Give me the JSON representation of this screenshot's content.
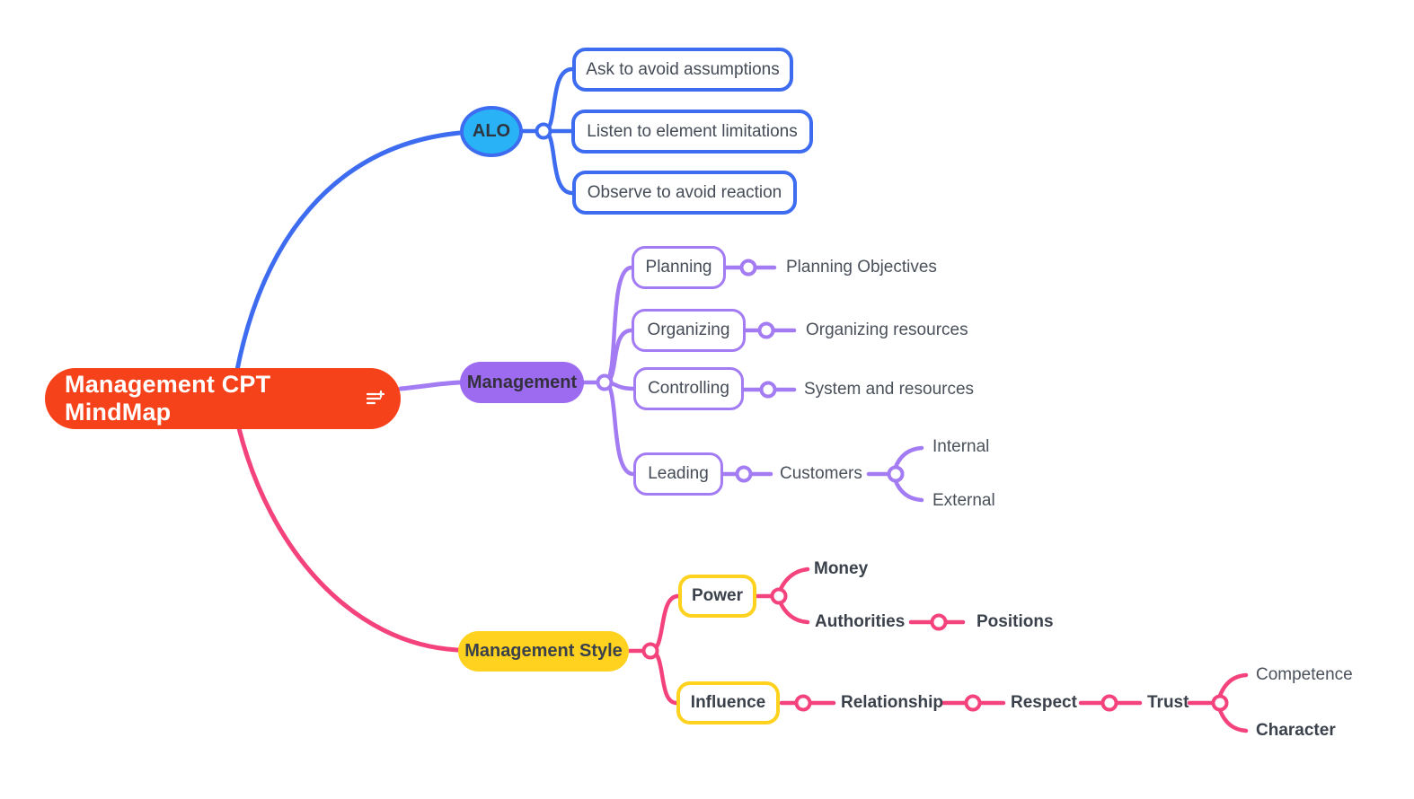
{
  "root": {
    "label": "Management CPT MindMap",
    "icon": "outline-plus-icon"
  },
  "branches": [
    {
      "label": "ALO",
      "children": [
        {
          "label": "Ask to avoid assumptions"
        },
        {
          "label": "Listen to element limitations"
        },
        {
          "label": "Observe to avoid reaction"
        }
      ]
    },
    {
      "label": "Management",
      "children": [
        {
          "label": "Planning",
          "children": [
            {
              "label": "Planning Objectives"
            }
          ]
        },
        {
          "label": "Organizing",
          "children": [
            {
              "label": "Organizing resources"
            }
          ]
        },
        {
          "label": "Controlling",
          "children": [
            {
              "label": "System and resources"
            }
          ]
        },
        {
          "label": "Leading",
          "children": [
            {
              "label": "Customers",
              "children": [
                {
                  "label": "Internal"
                },
                {
                  "label": "External"
                }
              ]
            }
          ]
        }
      ]
    },
    {
      "label": "Management Style",
      "children": [
        {
          "label": "Power",
          "children": [
            {
              "label": "Money"
            },
            {
              "label": "Authorities",
              "children": [
                {
                  "label": "Positions"
                }
              ]
            }
          ]
        },
        {
          "label": "Influence",
          "children": [
            {
              "label": "Relationship",
              "children": [
                {
                  "label": "Respect",
                  "children": [
                    {
                      "label": "Trust",
                      "children": [
                        {
                          "label": "Competence"
                        },
                        {
                          "label": "Character"
                        }
                      ]
                    }
                  ]
                }
              ]
            }
          ]
        }
      ]
    }
  ],
  "colors": {
    "root_fill": "#F5421A",
    "branch_blue": "#3E6CF0",
    "alo_fill": "#29B2F5",
    "branch_purple": "#A37BF2",
    "management_fill": "#9C6BF0",
    "branch_pink": "#F4437C",
    "style_fill": "#FFD21F",
    "text_dark": "#3A414B",
    "text_regular": "#4A515B",
    "node_bg": "#FFFFFF"
  }
}
